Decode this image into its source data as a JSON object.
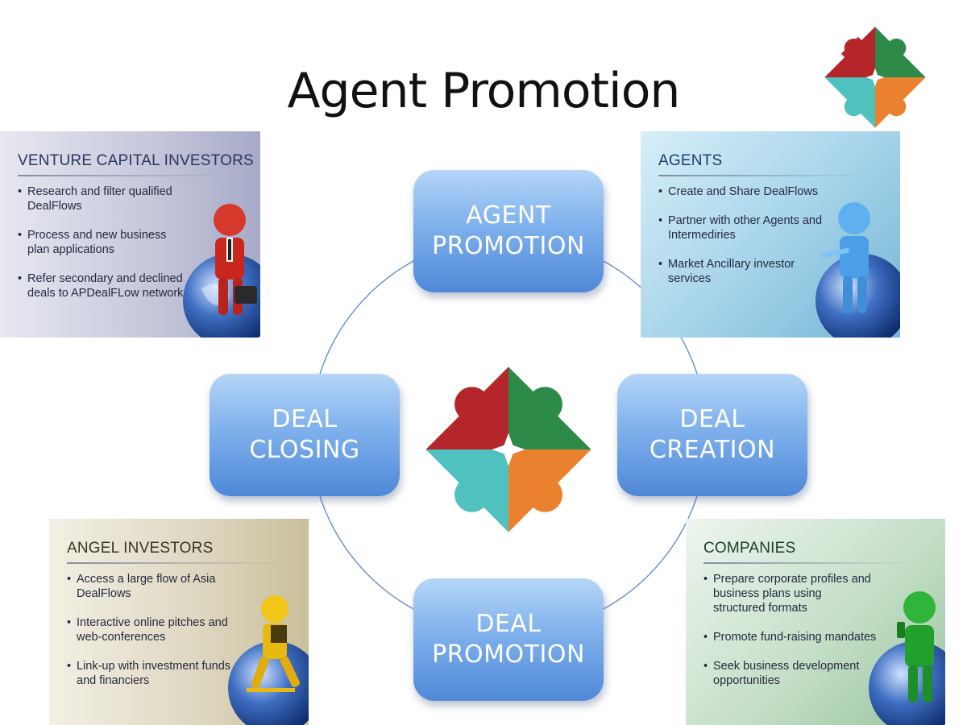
{
  "title": "Agent Promotion",
  "nodes": {
    "top": "AGENT\nPROMOTION",
    "right": "DEAL\nCREATION",
    "bottom": "DEAL\nPROMOTION",
    "left": "DEAL\nCLOSING"
  },
  "cards": {
    "vc": {
      "title": "VENTURE CAPITAL INVESTORS",
      "items": [
        "Research and filter qualified DealFlows",
        "Process and new business plan applications",
        "Refer secondary and declined deals to APDealFLow network"
      ]
    },
    "agents": {
      "title": "AGENTS",
      "items": [
        "Create and Share DealFlows",
        "Partner with other Agents and Intermediries",
        "Market Ancillary investor services"
      ]
    },
    "angel": {
      "title": "ANGEL INVESTORS",
      "items": [
        "Access a large flow of Asia DealFlows",
        "Interactive online pitches and web-conferences",
        "Link-up with investment funds and financiers"
      ]
    },
    "companies": {
      "title": "COMPANIES",
      "items": [
        "Prepare corporate profiles and business plans using structured formats",
        "Promote fund-raising mandates",
        "Seek business development opportunities"
      ]
    }
  },
  "colors": {
    "logo_red": "#b5262b",
    "logo_green": "#2e8a48",
    "logo_teal": "#4fc1bf",
    "logo_orange": "#e9812f",
    "node_blue": "#6ea3e6",
    "cycle_line": "#5b86c5"
  },
  "icons": {
    "logo": "people-quad-logo",
    "vc_figure": "red-businessman-icon",
    "agents_figure": "blue-person-icon",
    "angel_figure": "yellow-runner-icon",
    "companies_figure": "green-person-icon",
    "globe": "globe-icon"
  }
}
